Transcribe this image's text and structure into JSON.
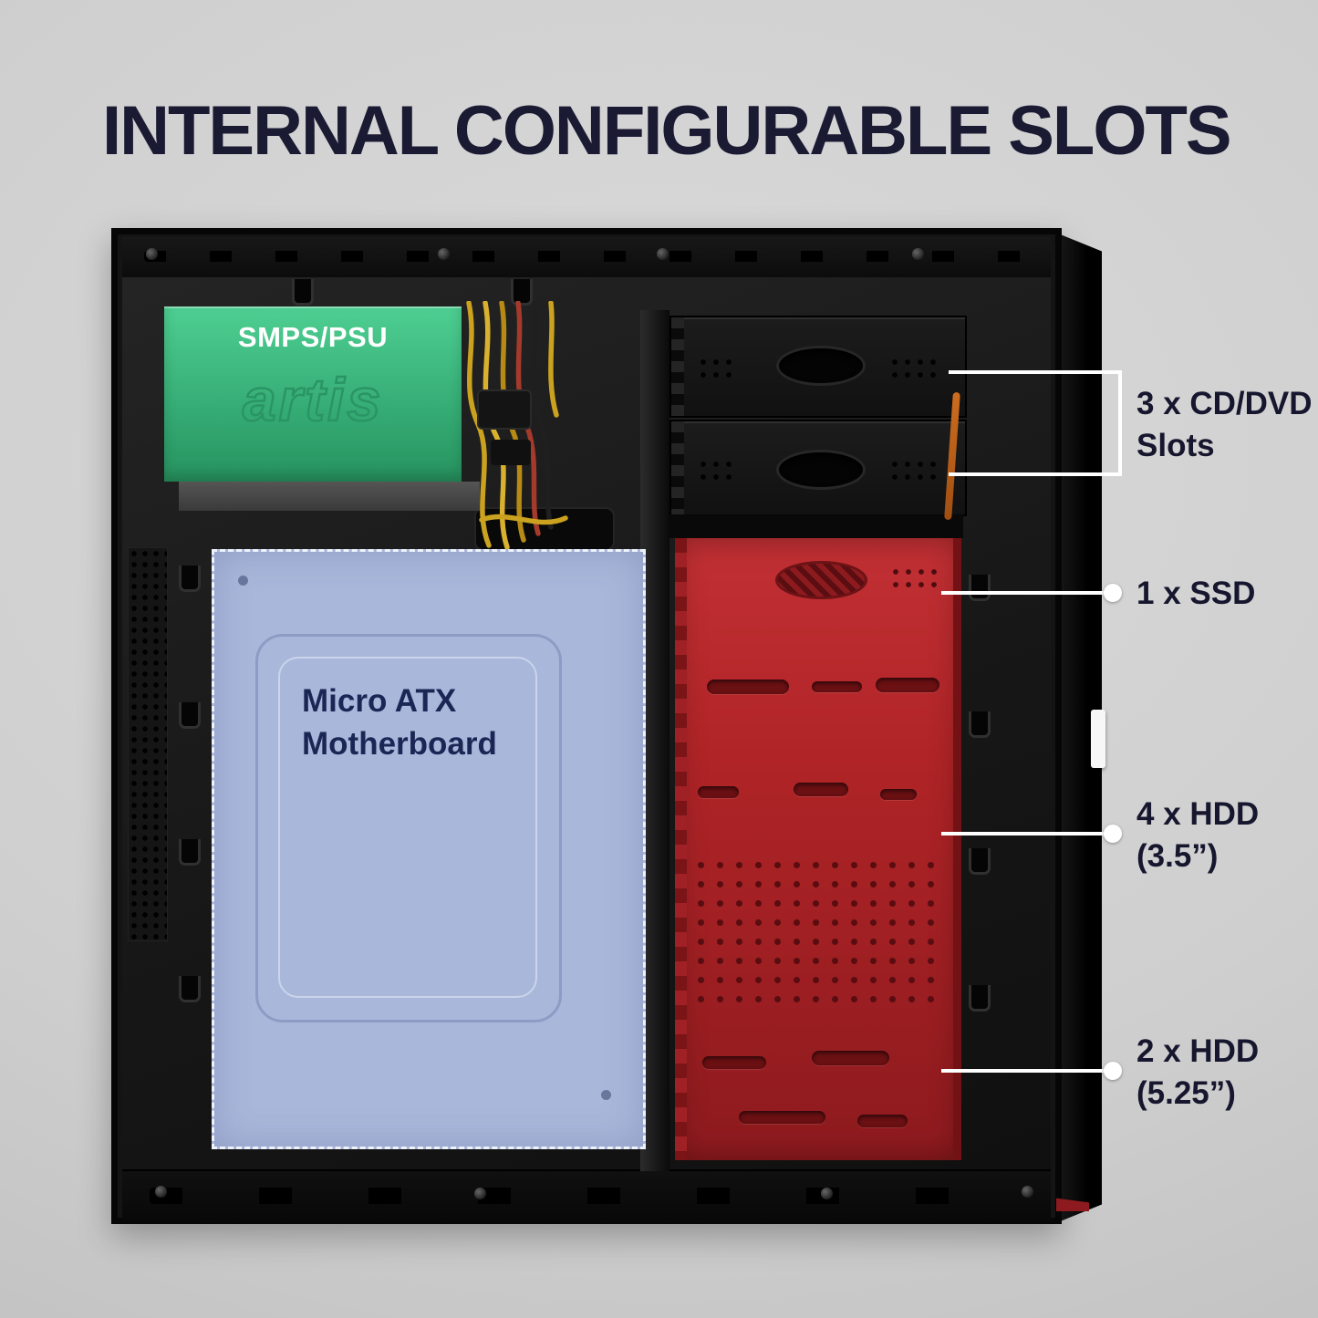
{
  "title": "INTERNAL CONFIGURABLE SLOTS",
  "regions": {
    "psu": {
      "label": "SMPS/PSU",
      "brand": "artis"
    },
    "motherboard": {
      "line1": "Micro ATX",
      "line2": "Motherboard"
    }
  },
  "callouts": [
    {
      "id": "cd-dvd-slots",
      "line1": "3 x CD/DVD",
      "line2": "Slots"
    },
    {
      "id": "ssd",
      "line1": "1 x SSD",
      "line2": ""
    },
    {
      "id": "hdd-3-5-inch",
      "line1": "4 x HDD",
      "line2": "(3.5”)"
    },
    {
      "id": "hdd-5-25-inch",
      "line1": "2 x HDD",
      "line2": "(5.25”)"
    }
  ],
  "colors": {
    "background": "#d3d3d3",
    "title-text": "#1a1a33",
    "psu-green": "#35ab74",
    "motherboard-blue": "#a9b7db",
    "hdd-red": "#b02427",
    "case-black": "#141414",
    "callout-line": "#ffffff",
    "callout-text": "#16162e"
  }
}
